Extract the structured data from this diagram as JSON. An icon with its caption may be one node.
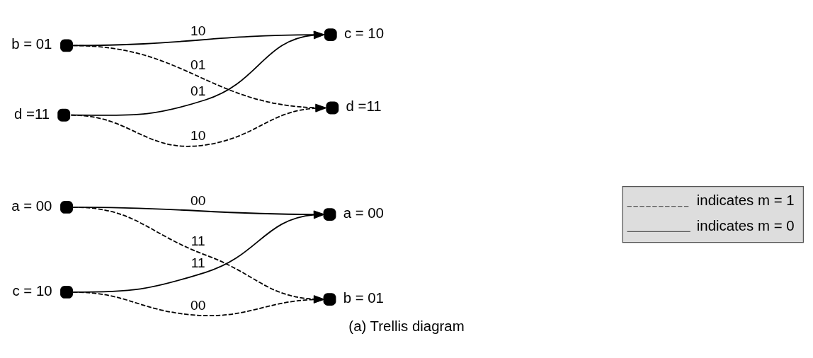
{
  "diagram": {
    "caption": "(a) Trellis diagram",
    "nodes": [
      {
        "text": [],
        "shape": "circle",
        "beside": [
          "a = 00"
        ]
      },
      {
        "text": [],
        "shape": "circle",
        "beside": [
          "b = 01"
        ]
      },
      {
        "text": [],
        "shape": "circle",
        "beside": [
          "c = 10"
        ]
      },
      {
        "text": [],
        "shape": "circle",
        "beside": [
          "d =11"
        ]
      },
      {
        "text": [],
        "shape": "circle",
        "beside": [
          "a = 00"
        ]
      },
      {
        "text": [],
        "shape": "circle",
        "beside": [
          "b = 01"
        ]
      },
      {
        "text": [],
        "shape": "circle",
        "beside": [
          "c = 10"
        ]
      },
      {
        "text": [],
        "shape": "circle",
        "beside": [
          "d =11"
        ]
      }
    ],
    "edges": [
      {
        "from": 0,
        "to": 4,
        "arrow": "to",
        "label": "00"
      },
      {
        "from": 0,
        "to": 5,
        "arrow": "to",
        "label": "11",
        "style": "dashed"
      },
      {
        "from": 1,
        "to": 6,
        "arrow": "to",
        "label": "10"
      },
      {
        "from": 1,
        "to": 7,
        "arrow": "to",
        "label": "01",
        "style": "dashed"
      },
      {
        "from": 2,
        "to": 4,
        "arrow": "to",
        "label": "11"
      },
      {
        "from": 2,
        "to": 5,
        "arrow": "to",
        "label": "00",
        "style": "dashed"
      },
      {
        "from": 3,
        "to": 6,
        "arrow": "to",
        "label": "01"
      },
      {
        "from": 3,
        "to": 7,
        "arrow": "to",
        "label": "10",
        "style": "dashed"
      }
    ],
    "legend": [
      {
        "text": "indicates m = 1"
      },
      {
        "text": "indicates m = 0"
      }
    ]
  }
}
